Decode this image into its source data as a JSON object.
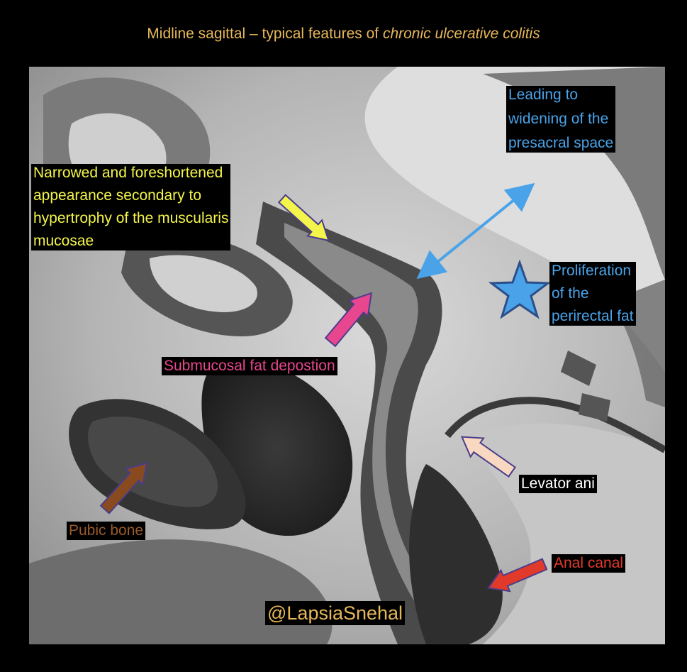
{
  "title": {
    "prefix": "Midline sagittal – typical features of ",
    "emphasis": "chronic ulcerative colitis"
  },
  "labels": {
    "presacral": [
      "Leading to",
      "widening of the",
      "presacral space"
    ],
    "narrowed": [
      "Narrowed and foreshortened",
      "appearance secondary to",
      "hypertrophy of the muscularis",
      "mucosae"
    ],
    "perirectal": [
      "Proliferation",
      "of the",
      "perirectal fat"
    ],
    "submucosal": "Submucosal fat depostion",
    "levator": "Levator ani",
    "pubic": "Pubic bone",
    "anal": "Anal canal",
    "watermark": "@LapsiaSnehal"
  },
  "colors": {
    "title": "#e7b75a",
    "blue": "#4aa3e8",
    "yellow": "#f4f54a",
    "pink": "#e8468e",
    "brown": "#8a4a1f",
    "peach": "#f8d8c0",
    "red": "#e23a2a",
    "white": "#ffffff"
  }
}
